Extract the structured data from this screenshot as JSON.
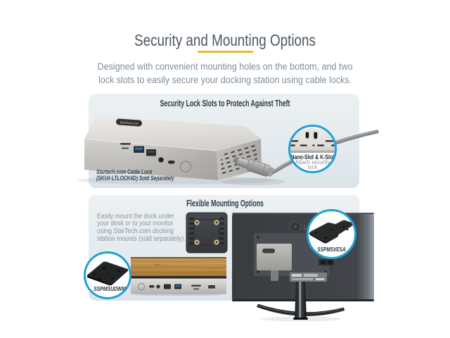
{
  "colors": {
    "accent_blue": "#219fd7",
    "gold_underline": "#eab733",
    "panel_background": "#e4eaee",
    "title_text": "#4d5761",
    "body_text": "#8b959e"
  },
  "header": {
    "title": "Security and Mounting Options",
    "subtitle": "Designed with convenient mounting holes on the bottom, and two\nlock slots to easily secure your docking station using cable locks."
  },
  "security_section": {
    "heading": "Security Lock Slots to Protech Against Theft",
    "caption": "Startech.com Cable Lock\n(SKU# LTLOCK4D) Sold Separately",
    "callout": {
      "title": "Nano-Slot & K-Slot",
      "subtitle": "Attach security\nlock"
    }
  },
  "mounting_section": {
    "heading": "Flexible Mounting Options",
    "body": "Easily mount the dock under\nyour desk or to your monitor\nusing StarTech.com docking\nstation mounts (sold separately).",
    "vesa_callout_label": "SSPMSVESA",
    "desk_callout_label": "SSPMSUDWM"
  }
}
